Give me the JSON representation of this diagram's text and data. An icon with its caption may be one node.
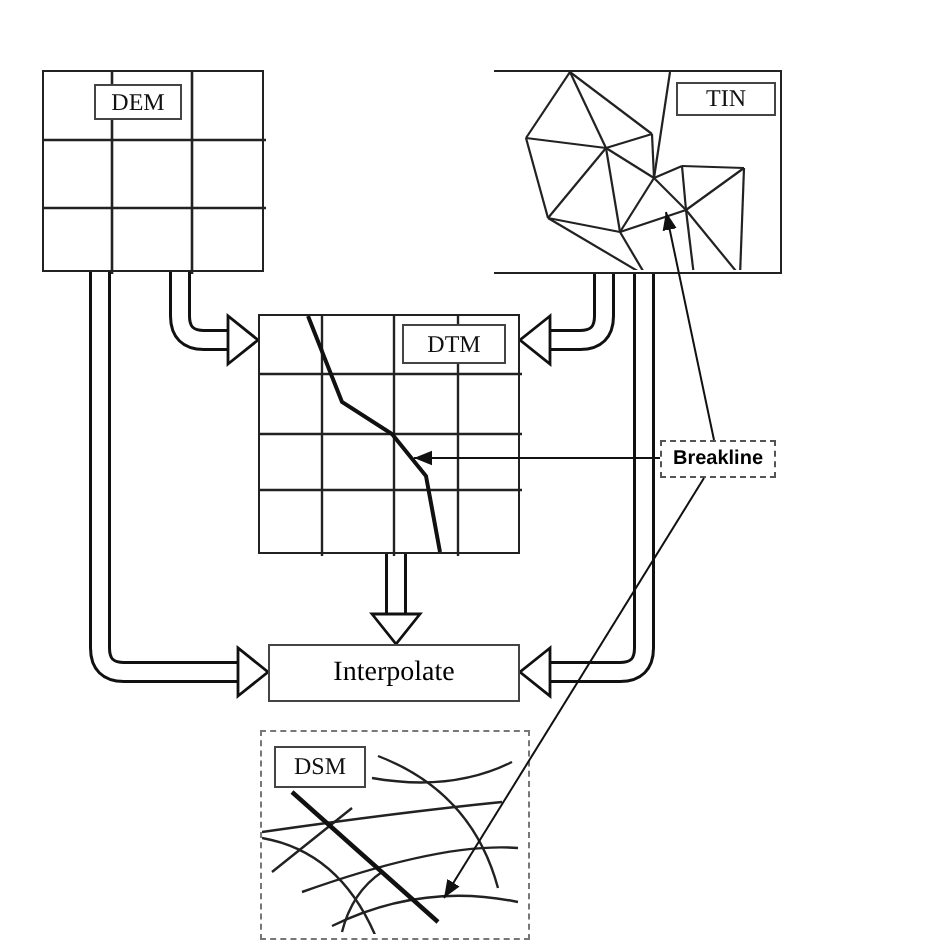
{
  "diagram": {
    "nodes": [
      {
        "text": [
          "DEM"
        ]
      },
      {
        "text": [
          "TIN"
        ]
      },
      {
        "text": [
          "DTM"
        ]
      },
      {
        "text": [
          "Breakline"
        ]
      },
      {
        "text": [
          "Interpolate"
        ]
      },
      {
        "text": [
          "DSM"
        ]
      }
    ],
    "edges": [
      {
        "from": 0,
        "to": 2,
        "arrow": "to"
      },
      {
        "from": 1,
        "to": 2,
        "arrow": "to"
      },
      {
        "from": 2,
        "to": 4,
        "arrow": "to"
      },
      {
        "from": 0,
        "to": 4,
        "arrow": "to"
      },
      {
        "from": 1,
        "to": 4,
        "arrow": "to"
      },
      {
        "from": 3,
        "to": 2,
        "arrow": "to"
      },
      {
        "from": 3,
        "to": 1,
        "arrow": "to"
      },
      {
        "from": 3,
        "to": 5,
        "arrow": "to"
      }
    ]
  }
}
